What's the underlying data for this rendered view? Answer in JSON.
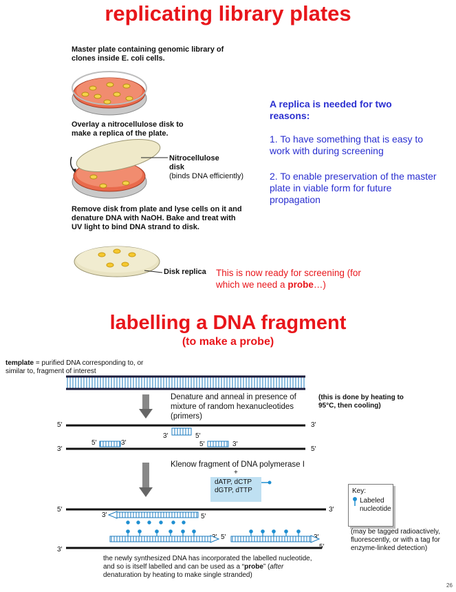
{
  "top": {
    "title": "replicating library plates",
    "step1": "Master plate containing genomic library of clones inside E. coli cells.",
    "step2": "Overlay a nitrocellulose disk to make a replica of the plate.",
    "nitro_label": "Nitrocellulose disk",
    "nitro_note": "(binds DNA efficiently)",
    "step3": "Remove disk from plate and lyse cells on it and denature DNA with NaOH. Bake and treat with UV light to bind DNA strand to disk.",
    "disk_label": "Disk replica",
    "ready_prefix": "This is now ready for screening (for which we need a ",
    "ready_bold": "probe",
    "ready_suffix": "…)",
    "replica_heading": "A replica is needed for two reasons:",
    "reason1": "1. To have something that is easy to work with during screening",
    "reason2": "2. To enable preservation of the master plate in viable form for future propagation"
  },
  "bottom": {
    "title": "labelling a DNA fragment",
    "subtitle": "(to make a probe)",
    "template_bold": "template",
    "template_rest": " = purified DNA corresponding to, or similar to, fragment of interest",
    "denature": "Denature and anneal in presence of mixture of random hexanucleotides (primers)",
    "heating": "(this is done by heating to 95°C, then cooling)",
    "klenow": "Klenow fragment of DNA polymerase I",
    "plus": "+",
    "dntp_line1": "dATP, dCTP",
    "dntp_line2": "dGTP, dTTP",
    "key_title": "Key:",
    "key_item": "Labeled nucleotide",
    "tag_note": "(may be tagged radioactively, fluorescently, or with a tag for enzyme-linked detection)",
    "bottom_note_1": "the newly synthesized DNA has incorporated the labelled nucleotide, and so is itself labelled and can be used as a “",
    "bottom_note_probe": "probe",
    "bottom_note_2": "” (",
    "bottom_note_after": "after",
    "bottom_note_3": " denaturation by heating to make single stranded)",
    "end5": "5′",
    "end3": "3′",
    "page_number": "26"
  },
  "colors": {
    "title_red": "#e8161b",
    "blue_text": "#2a2fd0",
    "cyan_text": "#1f8fd1",
    "label_blue": "#1f8fd1"
  }
}
